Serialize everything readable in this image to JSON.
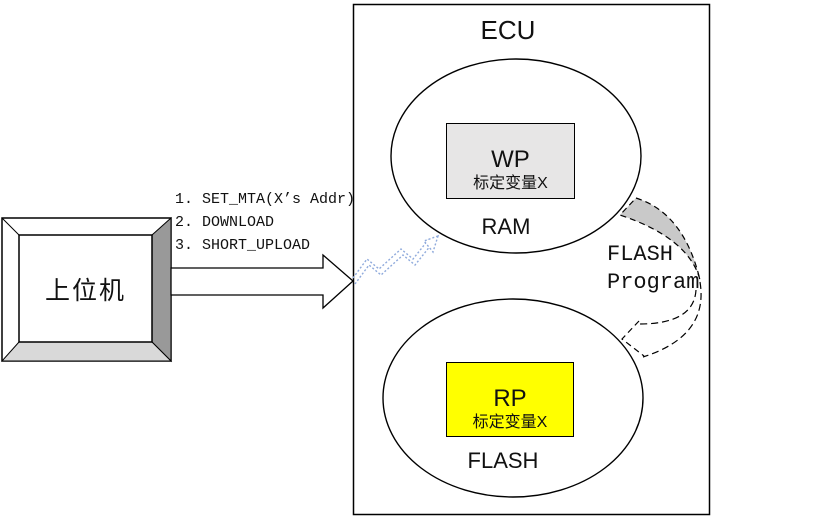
{
  "host": {
    "label": "上位机"
  },
  "commands": {
    "items": [
      "1. SET_MTA(X’s Addr)",
      "2. DOWNLOAD",
      "3. SHORT_UPLOAD"
    ]
  },
  "ecu": {
    "title": "ECU",
    "ram": {
      "region_label": "RAM",
      "box_title": "WP",
      "box_subtitle": "标定变量X"
    },
    "flash": {
      "region_label": "FLASH",
      "box_title": "RP",
      "box_subtitle": "标定变量X"
    }
  },
  "flash_program": {
    "line1": "FLASH",
    "line2": "Program"
  },
  "colors": {
    "wp_box_fill": "#e7e6e6",
    "rp_box_fill": "#ffff00",
    "monitor_side_fill": "#999999",
    "monitor_bottom_fill": "#d9d9d9",
    "crescent_fill": "#c9c9c9",
    "zigzag_stroke": "#8faadc",
    "line_color": "#000000"
  }
}
